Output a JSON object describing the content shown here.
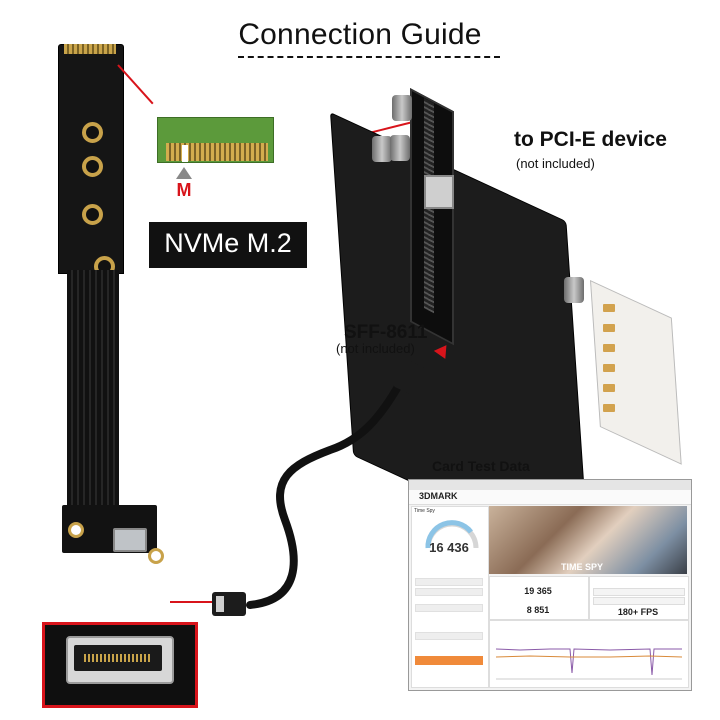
{
  "title": "Connection Guide",
  "labels": {
    "m_key": "M",
    "nvme": "NVMe M.2",
    "pcie_device": "to PCI-E device",
    "pcie_note": "(not included)",
    "sff": "SFF-8611",
    "sff_note": "(not included)",
    "card_test": "Card Test Data"
  },
  "benchmark": {
    "app_logo": "3DMARK",
    "test_name": "Time Spy",
    "overall_score": "16 436",
    "image_label": "TIME SPY",
    "gpu_score": "19 365",
    "cpu_score": "8 851",
    "estimated_fps": "180+ FPS"
  },
  "colors": {
    "accent_red": "#d8141b",
    "benchmark_orange": "#f08a3a"
  }
}
